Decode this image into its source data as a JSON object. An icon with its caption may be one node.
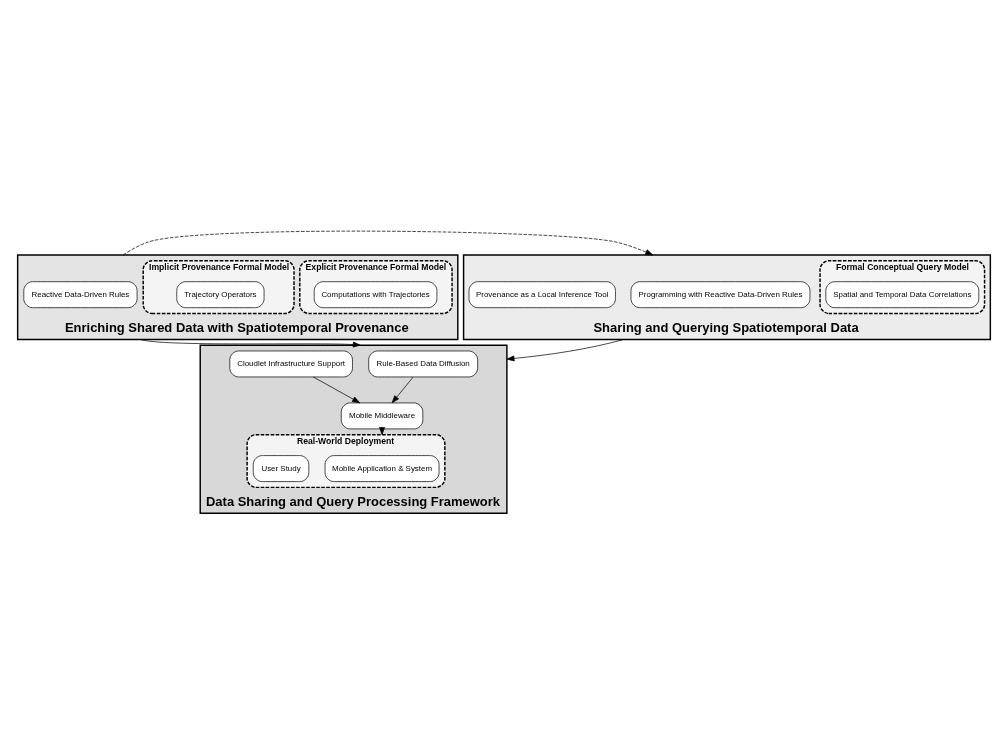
{
  "diagram": {
    "nodes": [
      {
        "text": [
          "Enriching Shared Data with Spatiotemporal Provenance"
        ]
      },
      {
        "text": [
          "Explicit Provenance Formal Model"
        ],
        "in": 0
      },
      {
        "text": [
          "Computations with Trajectories"
        ],
        "in": 1
      },
      {
        "text": [
          "Implicit Provenance Formal Model"
        ],
        "in": 0
      },
      {
        "text": [
          "Trajectory Operators"
        ],
        "in": 3
      },
      {
        "text": [
          "Reactive Data-Driven Rules"
        ],
        "in": 0
      },
      {
        "text": [
          "Sharing and Querying Spatiotemporal Data"
        ]
      },
      {
        "text": [
          "Programming with Reactive Data-Driven Rules"
        ],
        "in": 6
      },
      {
        "text": [
          "Provenance as a Local Inference Tool"
        ],
        "in": 6
      },
      {
        "text": [
          "Formal Conceptual Query Model"
        ],
        "in": 6
      },
      {
        "text": [
          "Spatial and Temporal Data Correlations"
        ],
        "in": 9
      },
      {
        "text": [
          "Data Sharing and Query Processing Framework"
        ]
      },
      {
        "text": [
          "Rule-Based Data Diffusion"
        ],
        "in": 11
      },
      {
        "text": [
          "Cloudlet Infrastructure Support"
        ],
        "in": 11
      },
      {
        "text": [
          "Mobile Middleware"
        ],
        "in": 11
      },
      {
        "text": [
          "Real-World Deployment"
        ],
        "in": 11
      },
      {
        "text": [
          "Mobile Application & System"
        ],
        "in": 15
      },
      {
        "text": [
          "User Study"
        ],
        "in": 15
      }
    ],
    "edges": [
      {
        "from": 0,
        "to": 6,
        "arrow": "to",
        "style": "dashed"
      },
      {
        "from": 0,
        "to": 11,
        "arrow": "to"
      },
      {
        "from": 6,
        "to": 11,
        "arrow": "to"
      },
      {
        "from": 12,
        "to": 14,
        "arrow": "to"
      },
      {
        "from": 13,
        "to": 14,
        "arrow": "to"
      },
      {
        "from": 14,
        "to": 15,
        "arrow": "to"
      }
    ]
  }
}
